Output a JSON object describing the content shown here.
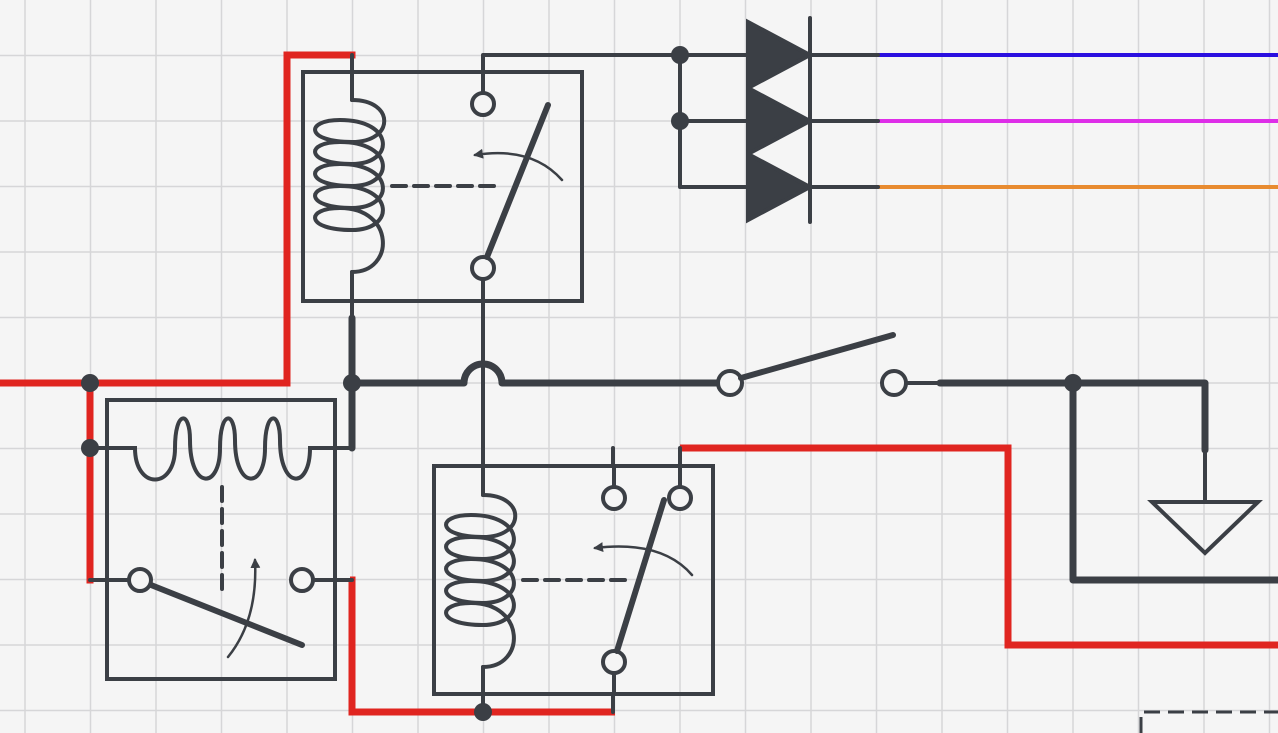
{
  "diagram": {
    "kind": "relay-wiring-schematic",
    "colors": {
      "background": "#f5f5f5",
      "grid": "#d6d6d8",
      "component": "#3b3f45",
      "wire_red": "#e02520",
      "wire_blue": "#2a0fe0",
      "wire_magenta": "#de2ee8",
      "wire_orange": "#e88b30"
    },
    "components": [
      {
        "name": "relay-top",
        "type": "relay-spst",
        "orientation": "vertical-coil"
      },
      {
        "name": "relay-left",
        "type": "relay-spst",
        "orientation": "horizontal-coil"
      },
      {
        "name": "relay-bottom",
        "type": "relay-spdt",
        "orientation": "vertical-coil"
      },
      {
        "name": "diode-array",
        "type": "diodes",
        "count": 3
      },
      {
        "name": "main-switch",
        "type": "switch-spst",
        "state": "open"
      },
      {
        "name": "ground",
        "type": "ground-symbol"
      }
    ],
    "wires": [
      {
        "name": "wire-red-left",
        "color": "red"
      },
      {
        "name": "wire-red-bottom",
        "color": "red"
      },
      {
        "name": "wire-red-right",
        "color": "red"
      },
      {
        "name": "wire-blue-out",
        "color": "blue"
      },
      {
        "name": "wire-magenta-out",
        "color": "magenta"
      },
      {
        "name": "wire-orange-out",
        "color": "orange"
      },
      {
        "name": "wire-main-bus",
        "color": "dark"
      }
    ]
  }
}
